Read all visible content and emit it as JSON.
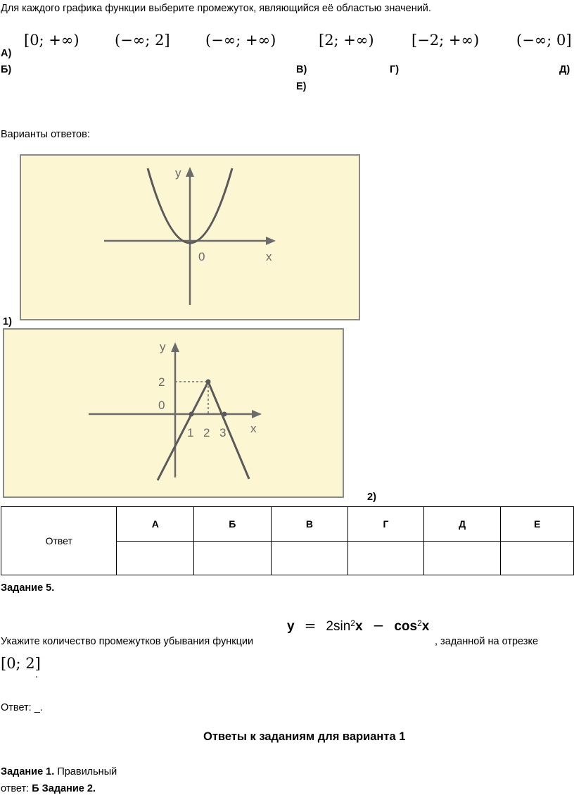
{
  "task_intro": "Для каждого графика функции выберите промежуток, являющийся её областью значений.",
  "intervals": [
    "[0; +∞)",
    "(−∞; 2]",
    "(−∞; +∞)",
    "[2; +∞)",
    "[−2; +∞)",
    "(−∞; 0]"
  ],
  "letters": {
    "a": "А)",
    "b": "Б)",
    "v": "В)",
    "g": "Г)",
    "d": "Д)",
    "e": "Е)"
  },
  "variants_label": "Варианты ответов:",
  "graph1": {
    "number": "1)",
    "y_label": "y",
    "x_label": "x",
    "origin_label": "0"
  },
  "graph2": {
    "number": "2)",
    "y_label": "y",
    "x_label": "x",
    "origin_label": "0",
    "peak_label": "2",
    "x_ticks": [
      "1",
      "2",
      "3"
    ]
  },
  "answer_table": {
    "row_label": "Ответ",
    "columns": [
      "А",
      "Б",
      "В",
      "Г",
      "Д",
      "Е"
    ]
  },
  "task5": {
    "title": "Задание 5.",
    "text_before": "Укажите количество промежутков убывания функции",
    "formula": {
      "lhs": "y",
      "eq": "=",
      "coef": "2sin",
      "sup1": "2",
      "var1": "x",
      "minus": "−",
      "term2": "cos",
      "sup2": "2",
      "var2": "x"
    },
    "text_after": ", заданной на отрезке",
    "segment": "[0; 2]",
    "period": ".",
    "answer": "Ответ: _."
  },
  "answers_heading": "Ответы к заданиям для варианта 1",
  "answers_task1_title": "Задание 1.",
  "answers_task1_text": "Правильный",
  "answers_line2_prefix": "ответ:",
  "answers_line2_value": "Б",
  "answers_task2_title": "Задание 2."
}
